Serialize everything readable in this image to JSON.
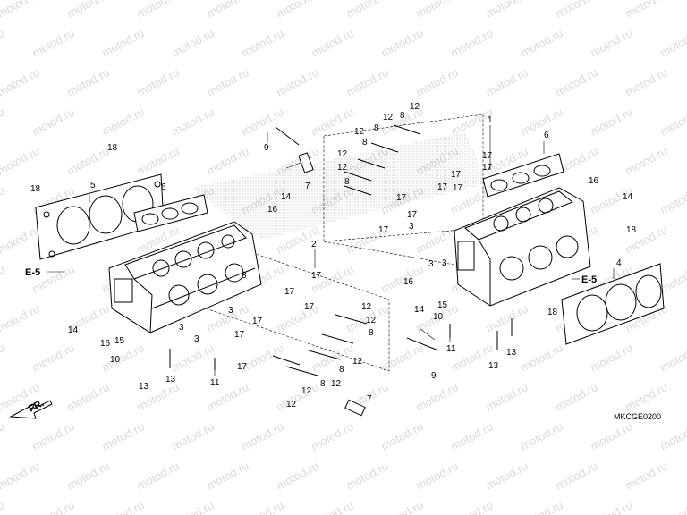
{
  "watermark": "motod.ru",
  "diagram_code": "MKCGE0200",
  "front_marker": "FR.",
  "refs": {
    "left": "E-5",
    "right": "E-5"
  },
  "callouts": [
    {
      "id": "c1",
      "text": "1"
    },
    {
      "id": "c2",
      "text": "2"
    },
    {
      "id": "c3a",
      "text": "3"
    },
    {
      "id": "c3b",
      "text": "3"
    },
    {
      "id": "c3c",
      "text": "3"
    },
    {
      "id": "c3d",
      "text": "3"
    },
    {
      "id": "c3e",
      "text": "3"
    },
    {
      "id": "c3f",
      "text": "3"
    },
    {
      "id": "c3g",
      "text": "3"
    },
    {
      "id": "c4",
      "text": "4"
    },
    {
      "id": "c5",
      "text": "5"
    },
    {
      "id": "c6a",
      "text": "6"
    },
    {
      "id": "c6b",
      "text": "6"
    },
    {
      "id": "c7a",
      "text": "7"
    },
    {
      "id": "c7b",
      "text": "7"
    },
    {
      "id": "c8a",
      "text": "8"
    },
    {
      "id": "c8b",
      "text": "8"
    },
    {
      "id": "c8c",
      "text": "8"
    },
    {
      "id": "c8d",
      "text": "8"
    },
    {
      "id": "c8e",
      "text": "8"
    },
    {
      "id": "c8f",
      "text": "8"
    },
    {
      "id": "c8g",
      "text": "8"
    },
    {
      "id": "c9a",
      "text": "9"
    },
    {
      "id": "c9b",
      "text": "9"
    },
    {
      "id": "c10a",
      "text": "10"
    },
    {
      "id": "c10b",
      "text": "10"
    },
    {
      "id": "c11a",
      "text": "11"
    },
    {
      "id": "c11b",
      "text": "11"
    },
    {
      "id": "c12a",
      "text": "12"
    },
    {
      "id": "c12b",
      "text": "12"
    },
    {
      "id": "c12c",
      "text": "12"
    },
    {
      "id": "c12d",
      "text": "12"
    },
    {
      "id": "c12e",
      "text": "12"
    },
    {
      "id": "c12f",
      "text": "12"
    },
    {
      "id": "c12g",
      "text": "12"
    },
    {
      "id": "c12h",
      "text": "12"
    },
    {
      "id": "c12i",
      "text": "12"
    },
    {
      "id": "c12j",
      "text": "12"
    },
    {
      "id": "c12k",
      "text": "12"
    },
    {
      "id": "c13a",
      "text": "13"
    },
    {
      "id": "c13b",
      "text": "13"
    },
    {
      "id": "c13c",
      "text": "13"
    },
    {
      "id": "c13d",
      "text": "13"
    },
    {
      "id": "c14a",
      "text": "14"
    },
    {
      "id": "c14b",
      "text": "14"
    },
    {
      "id": "c14c",
      "text": "14"
    },
    {
      "id": "c14d",
      "text": "14"
    },
    {
      "id": "c15a",
      "text": "15"
    },
    {
      "id": "c15b",
      "text": "15"
    },
    {
      "id": "c16a",
      "text": "16"
    },
    {
      "id": "c16b",
      "text": "16"
    },
    {
      "id": "c16c",
      "text": "16"
    },
    {
      "id": "c16d",
      "text": "16"
    },
    {
      "id": "c17a",
      "text": "17"
    },
    {
      "id": "c17b",
      "text": "17"
    },
    {
      "id": "c17c",
      "text": "17"
    },
    {
      "id": "c17d",
      "text": "17"
    },
    {
      "id": "c17e",
      "text": "17"
    },
    {
      "id": "c17f",
      "text": "17"
    },
    {
      "id": "c17g",
      "text": "17"
    },
    {
      "id": "c17h",
      "text": "17"
    },
    {
      "id": "c17i",
      "text": "17"
    },
    {
      "id": "c17j",
      "text": "17"
    },
    {
      "id": "c17k",
      "text": "17"
    },
    {
      "id": "c17l",
      "text": "17"
    },
    {
      "id": "c17m",
      "text": "17"
    },
    {
      "id": "c17n",
      "text": "17"
    },
    {
      "id": "c18a",
      "text": "18"
    },
    {
      "id": "c18b",
      "text": "18"
    },
    {
      "id": "c18c",
      "text": "18"
    },
    {
      "id": "c18d",
      "text": "18"
    }
  ]
}
